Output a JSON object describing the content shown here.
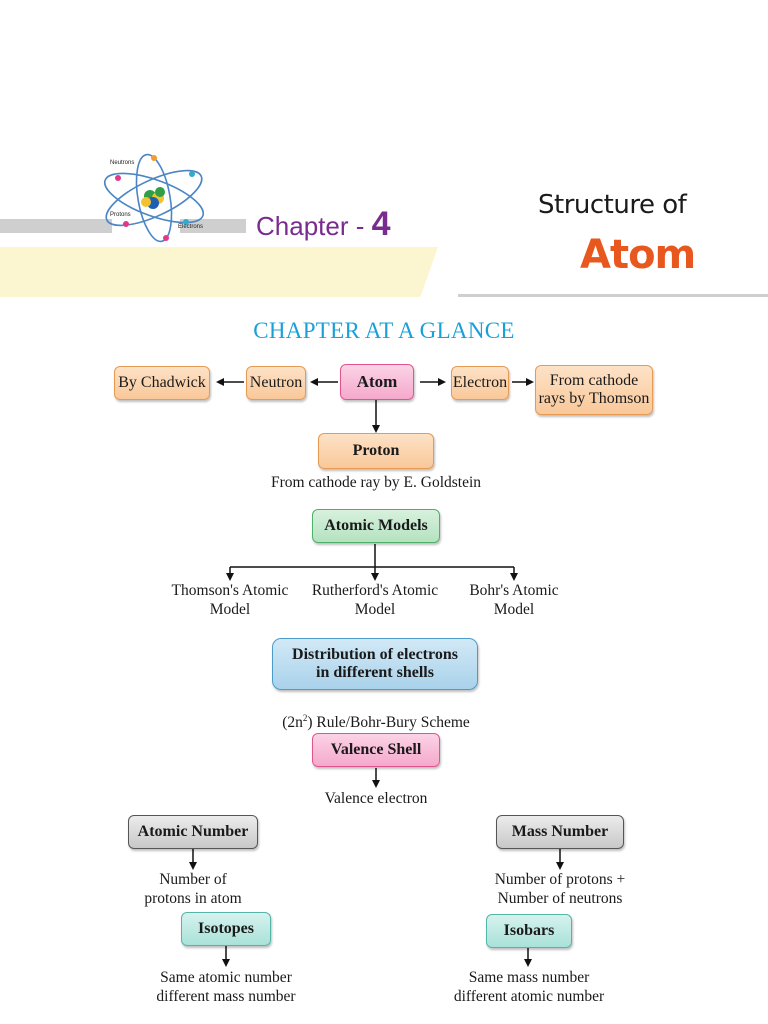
{
  "header": {
    "chapter_prefix": "Chapter - ",
    "chapter_number": "4",
    "title_line1": "Structure of",
    "title_line2": "Atom",
    "glance": "CHAPTER AT A GLANCE",
    "atom_image_labels": {
      "neutrons": "Neutrons",
      "protons": "Protons",
      "electrons": "Electrons"
    }
  },
  "diagram": {
    "atom": "Atom",
    "neutron": "Neutron",
    "by_chadwick": "By Chadwick",
    "electron": "Electron",
    "from_cathode_thomson_l1": "From cathode",
    "from_cathode_thomson_l2": "rays by Thomson",
    "proton": "Proton",
    "proton_note": "From cathode ray by E. Goldstein",
    "atomic_models": "Atomic Models",
    "models": [
      {
        "l1": "Thomson's Atomic",
        "l2": "Model"
      },
      {
        "l1": "Rutherford's Atomic",
        "l2": "Model"
      },
      {
        "l1": "Bohr's Atomic",
        "l2": "Model"
      }
    ],
    "distribution_l1": "Distribution of electrons",
    "distribution_l2": "in different shells",
    "rule_open": "(2n",
    "rule_sup": "2",
    "rule_rest": ") Rule/Bohr-Bury Scheme",
    "valence_shell": "Valence Shell",
    "valence_electron": "Valence electron",
    "atomic_number": "Atomic Number",
    "atomic_number_note_l1": "Number of",
    "atomic_number_note_l2": "protons in atom",
    "mass_number": "Mass Number",
    "mass_number_note_l1": "Number of protons +",
    "mass_number_note_l2": "Number of neutrons",
    "isotopes": "Isotopes",
    "isotopes_note_l1": "Same atomic number",
    "isotopes_note_l2": "different mass number",
    "isobars": "Isobars",
    "isobars_note_l1": "Same mass number",
    "isobars_note_l2": "different atomic number"
  }
}
